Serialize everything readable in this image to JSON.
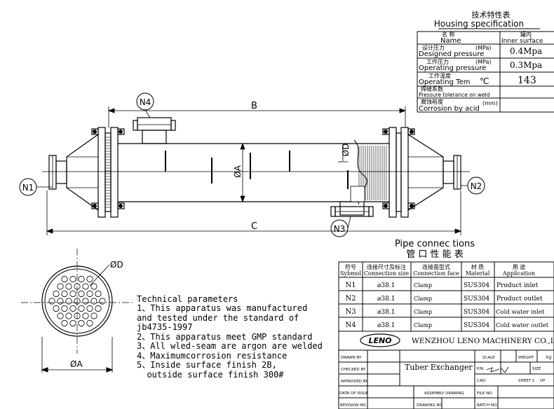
{
  "housing": {
    "title_cn": "技术特性表",
    "title_en": "Housing specification",
    "rows": [
      {
        "cn": "名    称",
        "en": "Name",
        "unit": "",
        "value_cn": "罐内",
        "value": "Inner surface"
      },
      {
        "cn": "设计压力",
        "en": "Designed pressure",
        "unit": "(MPa)",
        "value": "0.4Mpa"
      },
      {
        "cn": "工作压力",
        "en": "Operating pressure",
        "unit": "(MPa)",
        "value": "0.3Mpa"
      },
      {
        "cn": "工作温度",
        "en": "Operating Tem",
        "unit": "℃",
        "value": "143"
      },
      {
        "cn": "焊缝系数",
        "en": "Pressure tolerance on weld",
        "unit": "",
        "value": ""
      },
      {
        "cn": "腐蚀裕度",
        "en": "Corrosion by acid",
        "unit": "(mm)",
        "value": ""
      }
    ]
  },
  "drawing": {
    "labels": {
      "n1": "N1",
      "n2": "N2",
      "n3": "N3",
      "n4": "N4",
      "B": "B",
      "C": "C",
      "phiA": "ØA",
      "phiD": "ØD"
    },
    "tube_sheet": {
      "phiD": "ØD",
      "phiA": "ØA"
    }
  },
  "pipe": {
    "title_en": "Pipe connec tions",
    "title_cn": "管 口 性 能 表",
    "headers": [
      {
        "cn": "符号",
        "en": "Sybmol"
      },
      {
        "cn": "连接尺寸及标注",
        "en": "Connection size"
      },
      {
        "cn": "连接面型式",
        "en": "Connection face"
      },
      {
        "cn": "材 质",
        "en": "Material"
      },
      {
        "cn": "用    途",
        "en": "Application"
      }
    ],
    "rows": [
      {
        "sym": "N1",
        "size": "⌀38.1",
        "face": "Clamp",
        "mat": "SUS304",
        "app": "Product inlet"
      },
      {
        "sym": "N2",
        "size": "⌀38.1",
        "face": "Clamp",
        "mat": "SUS304",
        "app": "Product outlet"
      },
      {
        "sym": "N3",
        "size": "⌀38.1",
        "face": "Clamp",
        "mat": "SUS304",
        "app": "Cold water inlet"
      },
      {
        "sym": "N4",
        "size": "⌀38.1",
        "face": "Clamp",
        "mat": "SUS304",
        "app": "Cold water outlet"
      }
    ]
  },
  "tech": {
    "title": "Technical parameters",
    "lines": [
      "1、This apparatus was manufactured",
      "and tested under the standard of",
      "jb4735-1997",
      "2、This apparatus meet GMP standard",
      "3、All wled-seam are argon are welded",
      "4、Maximumcorrosion resistance",
      "5、Inside surface finish 2B,",
      "  outside surface finish 300#"
    ]
  },
  "title_block": {
    "logo": "LENO",
    "company": "WENZHOU LENO MACHINERY CO.,LTD",
    "drawn_by": "DRAWN BY",
    "checked_by": "CHECKED BY",
    "approved_by": "APPROVED BY",
    "date_of_issue": "DATA OF ISSUE",
    "revision_no": "REVISION NO.",
    "product": "Tuber Exchanger",
    "scale": "SCALE",
    "weight": "WEIGHT",
    "weight_unit": "kg",
    "pn": "P/N",
    "size": "SIZE",
    "cad": "CAD:",
    "sheet": "SHEET 1",
    "of": "OF",
    "assembly_drawing": "ASSEMBLY DRAWING",
    "file_no": "FILE NO.",
    "drawing_no": "DRAWING NO.",
    "batch_no": "BATCH NO."
  }
}
